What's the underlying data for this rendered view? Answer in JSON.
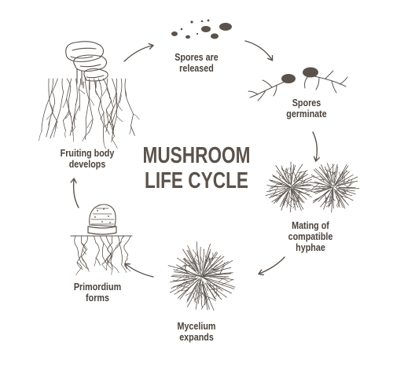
{
  "title": {
    "line1": "MUSHROOM",
    "line2": "LIFE CYCLE"
  },
  "stages": {
    "spores_released": {
      "line1": "Spores are",
      "line2": "released",
      "icon": "spores-icon"
    },
    "spores_germinate": {
      "line1": "Spores",
      "line2": "germinate",
      "icon": "germinating-spores-icon"
    },
    "mating": {
      "line1": "Mating of",
      "line2": "compatible",
      "line3": "hyphae",
      "icon": "mating-hyphae-icon"
    },
    "mycelium": {
      "line1": "Mycelium",
      "line2": "expands",
      "icon": "mycelium-icon"
    },
    "primordium": {
      "line1": "Primordium",
      "line2": "forms",
      "icon": "primordium-icon"
    },
    "fruiting_body": {
      "line1": "Fruiting body",
      "line2": "develops",
      "icon": "fruiting-body-icon"
    }
  },
  "colors": {
    "ink": "#5b524b",
    "background": "#ffffff"
  }
}
